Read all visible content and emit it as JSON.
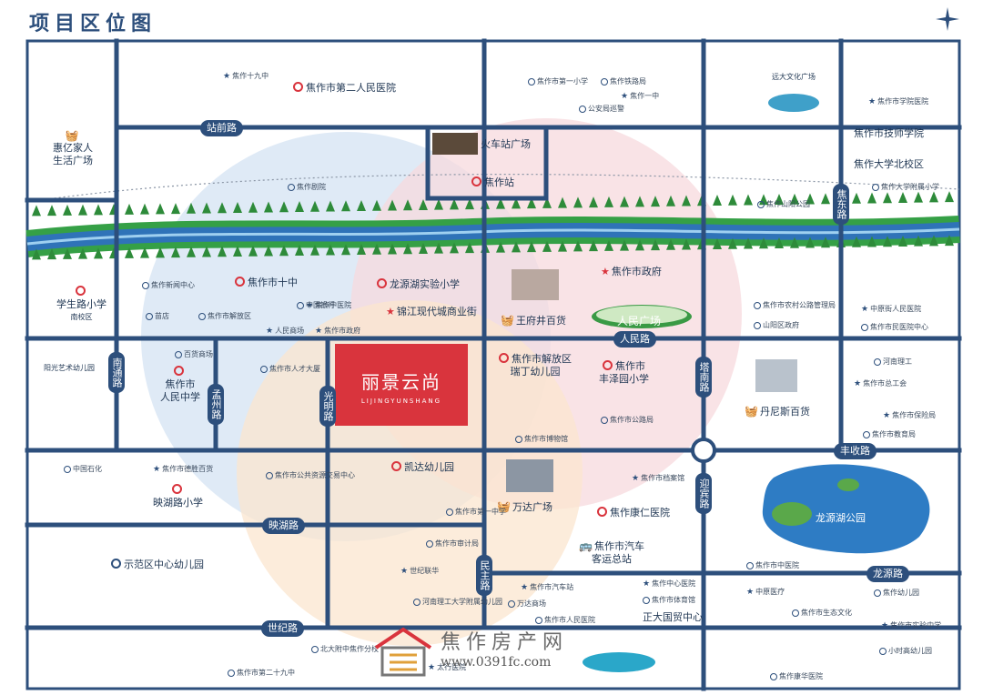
{
  "title": "项目区位图",
  "project": {
    "name": "丽景云尚",
    "pinyin": "LIJINGYUNSHANG"
  },
  "roads": {
    "zhanqian": "站前路",
    "renmin": "人民路",
    "fengshou": "丰收路",
    "yinghu": "映湖路",
    "shiji": "世纪路",
    "longyuan": "龙源路",
    "nantong": "南通路",
    "mengzhou": "孟州路",
    "guangming": "光明路",
    "minzhu": "民主路",
    "tanan": "塔南路",
    "yingbin": "迎宾路",
    "jiaodong": "焦东路"
  },
  "big_pois": {
    "hospital2": "焦作市第二人民医院",
    "station_sq": "火车站广场",
    "station": "焦作站",
    "huiyi_1": "惠亿家人",
    "huiyi_2": "生活广场",
    "yuanda": "远大文化广场",
    "jishi": "焦作市技师学院",
    "jzu_north": "焦作大学北校区",
    "xueshenglu_1": "学生路小学",
    "xueshenglu_2": "南校区",
    "shizhong": "焦作市十中",
    "longyuanhu_school": "龙源湖实验小学",
    "jinjiang": "锦江现代城商业街",
    "gov": "焦作市政府",
    "wangfujing": "王府井百货",
    "square": "人民广场",
    "yangguang": "阳光艺术幼儿园",
    "renmin_mid_1": "焦作市",
    "renmin_mid_2": "人民中学",
    "jiefang_1": "焦作市解放区",
    "jiefang_2": "瑞丁幼儿园",
    "fengze_1": "焦作市",
    "fengze_2": "丰泽园小学",
    "danisi": "丹尼斯百货",
    "kaida": "凯达幼儿园",
    "wanda": "万达广场",
    "kangren": "焦作康仁医院",
    "yinghu_school": "映湖路小学",
    "longyuanhu_park": "龙源湖公园",
    "demo_kinder": "示范区中心幼儿园",
    "bus_1": "焦作市汽车",
    "bus_2": "客运总站",
    "zhengda": "正大国贸中心"
  },
  "small_pois": [
    "焦作十九中",
    "焦作市第一小学",
    "焦作铁路局",
    "焦作一中",
    "公安局巡警",
    "焦作山阳公园",
    "焦作市学院医院",
    "焦作大学附属小学",
    "焦作剧院",
    "焦作中医院",
    "中国银行",
    "焦作市解放区",
    "人民商场",
    "焦作新闻中心",
    "苗店",
    "焦作市政府",
    "焦作市农村公路管理局",
    "山阳区政府",
    "中原街人民医院",
    "焦作市民医院中心",
    "百货商场",
    "焦作市总工会",
    "河南理工",
    "焦作市教育局",
    "焦作市保险局",
    "焦作市公路局",
    "焦作市博物馆",
    "焦作市档案馆",
    "焦作市人才大厦",
    "中国石化",
    "焦作市德胜百货",
    "焦作市公共资源交易中心",
    "焦作市第一中学",
    "焦作市汽车站",
    "万达商场",
    "焦作市人民医院",
    "焦作中心医院",
    "焦作市体育馆",
    "焦作市中医院",
    "中原医疗",
    "焦作市生态文化",
    "焦作市审计局",
    "世纪联华",
    "河南理工大学附属幼儿园",
    "焦作幼儿园",
    "焦作市实验中学",
    "北大附中焦作分校",
    "焦作市第二十九中",
    "太行医院",
    "小时高幼儿园",
    "焦作康华医院"
  ],
  "watermark": {
    "text": "焦作房产网",
    "url": "www.0391fc.com"
  },
  "colors": {
    "road": "#2d4f7c",
    "river": "#2f73b8",
    "accent": "#d9343d",
    "blue_zone": "#dbe8f5",
    "pink_zone": "#f7d9dd",
    "orange_zone": "#fbe5cf"
  }
}
